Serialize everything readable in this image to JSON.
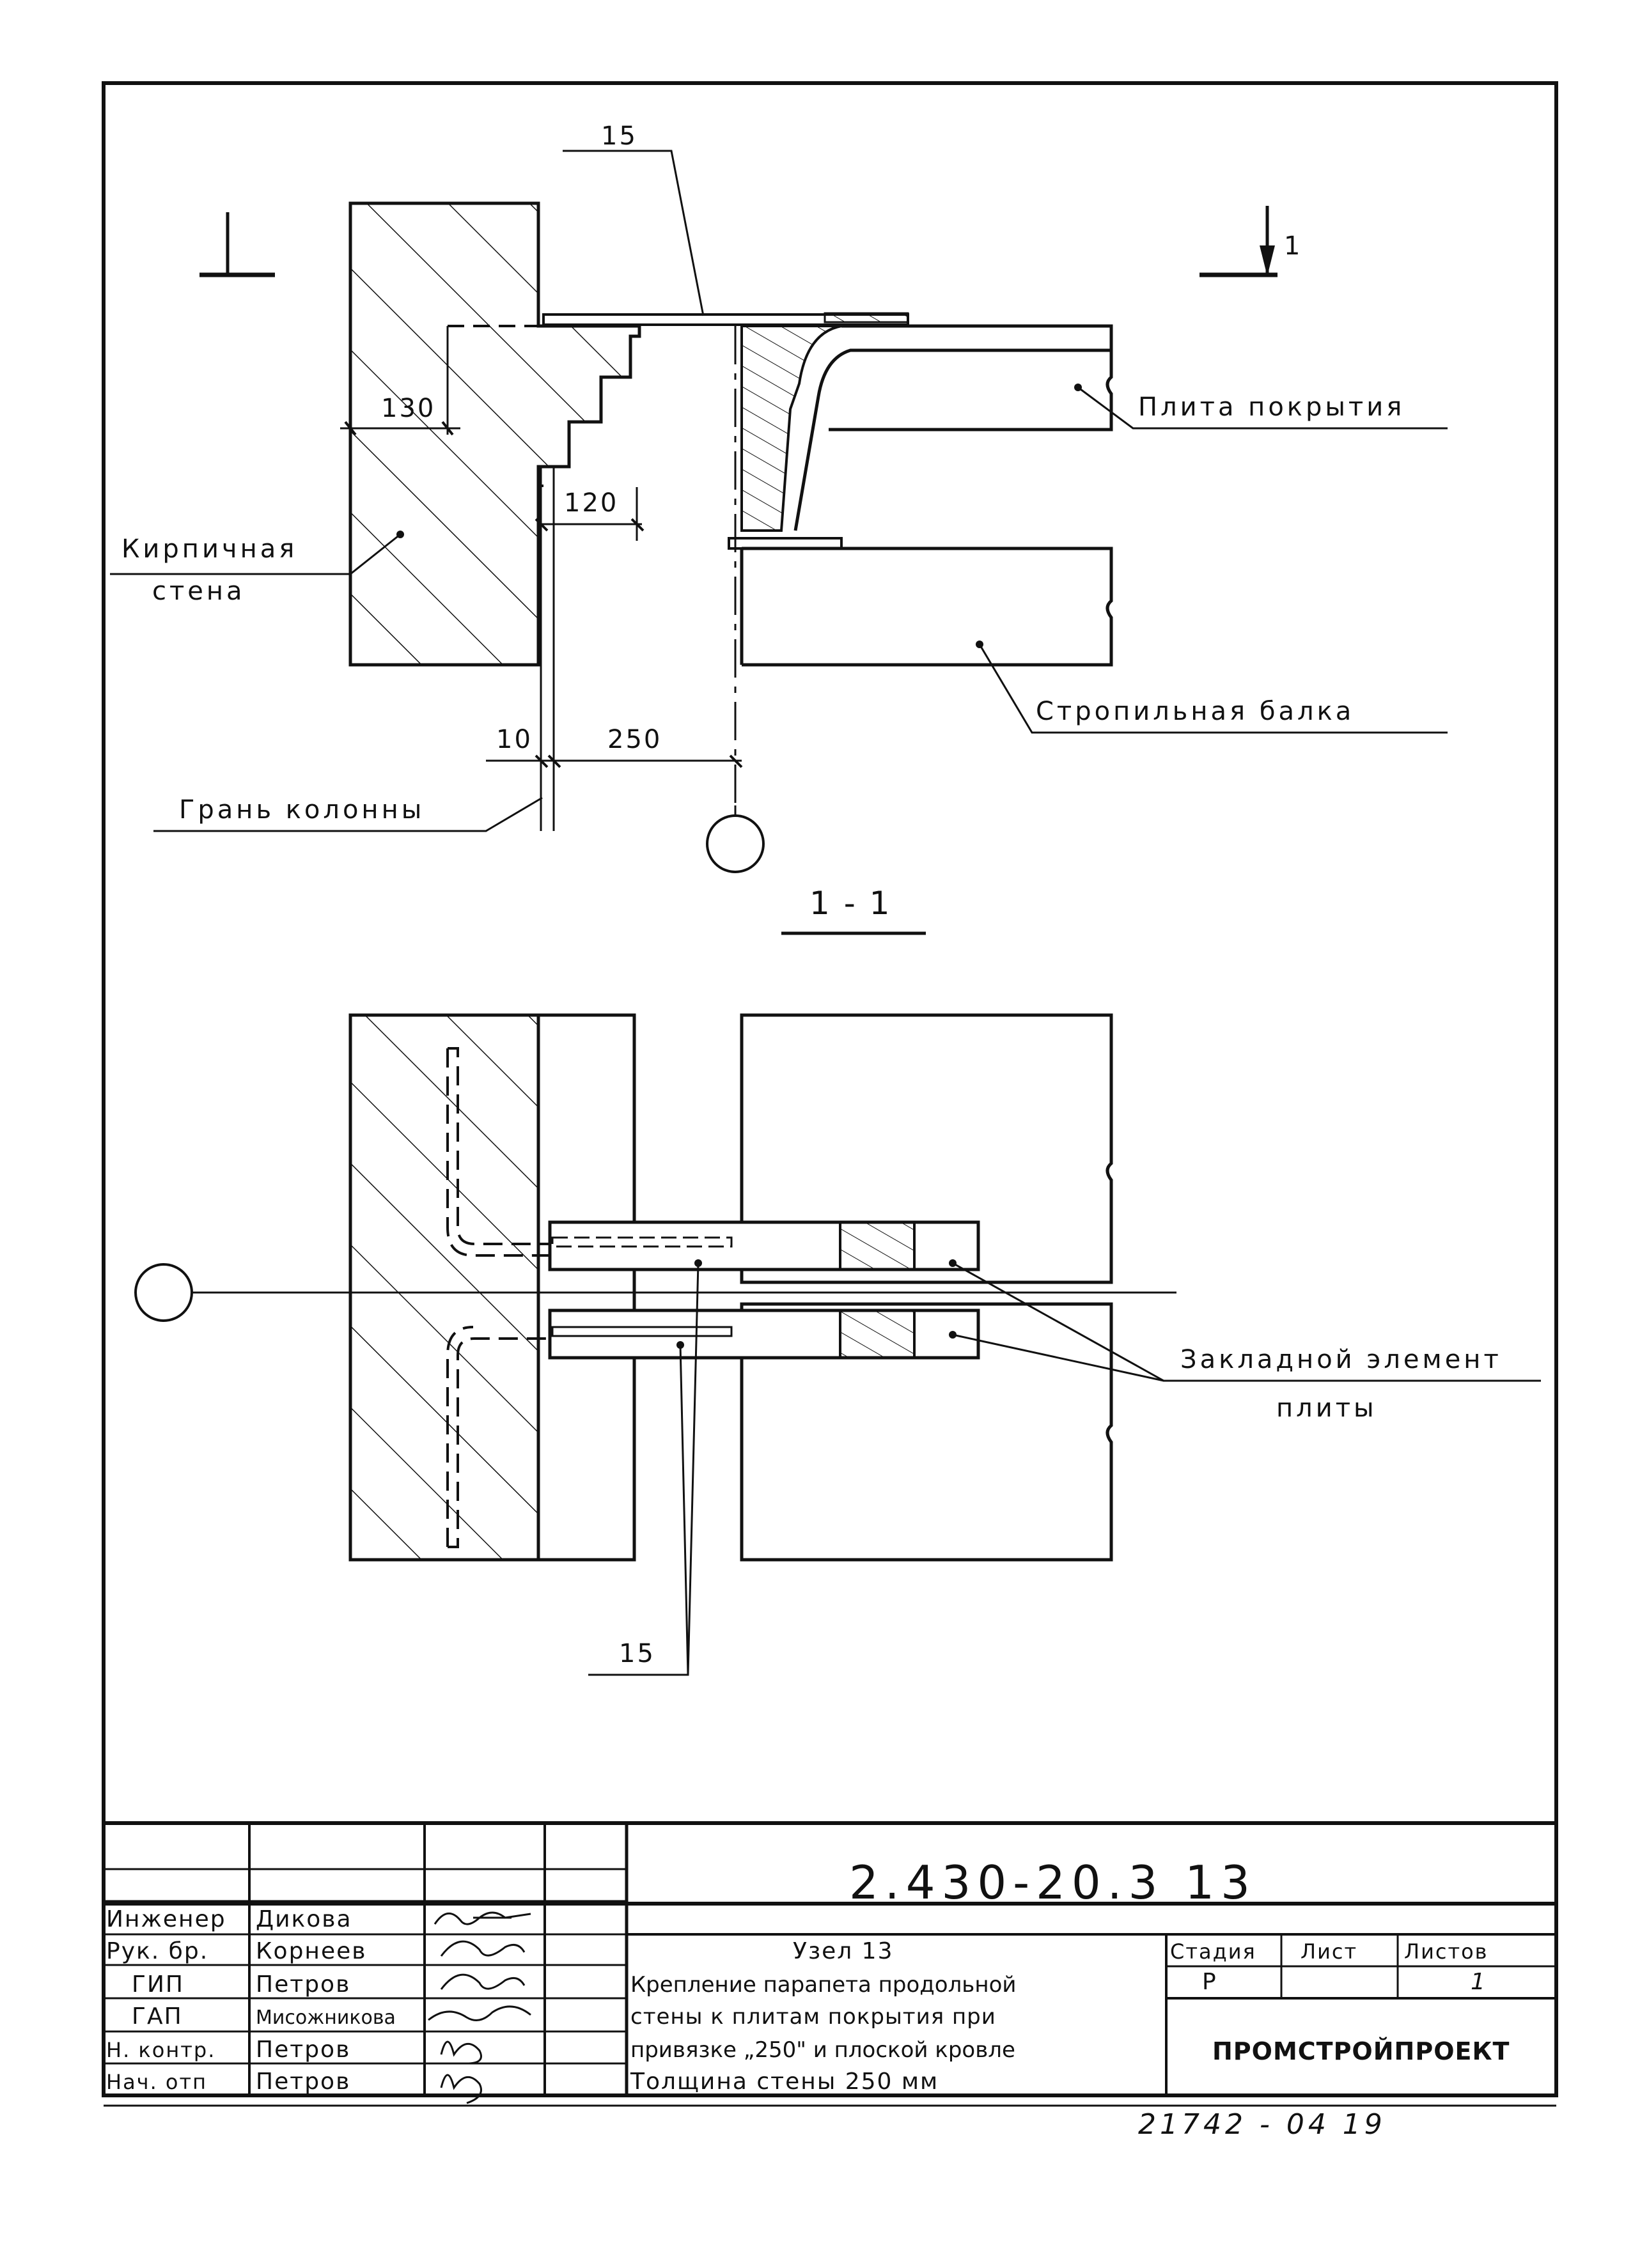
{
  "labels": {
    "mark_15_top": "15",
    "section_mark": "1",
    "plate": "Плита покрытия",
    "brick_wall_1": "Кирпичная",
    "brick_wall_2": "стена",
    "rafter_beam": "Стропильная балка",
    "column_face": "Грань колонны",
    "section_title": "1 - 1",
    "embedded_1": "Закладной элемент",
    "embedded_2": "плиты",
    "mark_15_bottom": "15"
  },
  "dimensions": {
    "d130": "130",
    "d120": "120",
    "d10": "10",
    "d250": "250"
  },
  "title_block": {
    "doc_code": "2.430-20.3 13",
    "roles": [
      "Инженер",
      "Рук. бр.",
      "ГИП",
      "ГАП",
      "Н. контр.",
      "Нач. отп"
    ],
    "names": [
      "Дикова",
      "Корнеев",
      "Петров",
      "Мисожникова",
      "Петров",
      "Петров"
    ],
    "title_lines": [
      "Узел 13",
      "Крепление парапета продольной",
      "стены к плитам покрытия при",
      "привязке „250\" и плоской кровле",
      "Толщина стены 250 мм"
    ],
    "stage_header": "Стадия",
    "sheet_header": "Лист",
    "sheets_header": "Листов",
    "stage": "Р",
    "sheet": "",
    "sheets": "1",
    "organization": "ПРОМСТРОЙПРОЕКТ"
  },
  "archive_number": "21742 - 04   19"
}
